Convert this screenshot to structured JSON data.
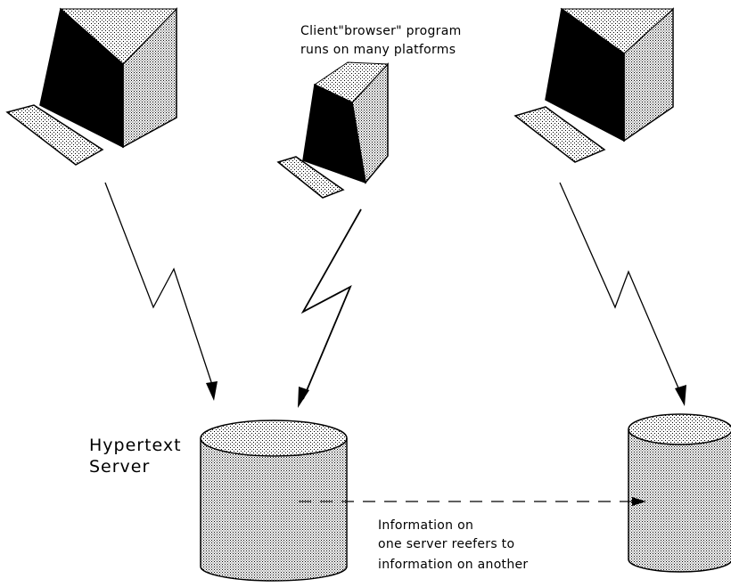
{
  "labels": {
    "client_line1": "Client\"browser\" program",
    "client_line2": "runs on many platforms",
    "server_line1": "Hypertext",
    "server_line2": "Server",
    "link_line1": "Information on",
    "link_line2": "one server reefers to",
    "link_line3": "information on another"
  },
  "icons": {
    "client": "desktop-computer-icon",
    "server": "database-cylinder-icon",
    "connection": "lightning-arrow"
  },
  "colors": {
    "ink": "#000000",
    "paper": "#ffffff",
    "screen": "#000000"
  }
}
